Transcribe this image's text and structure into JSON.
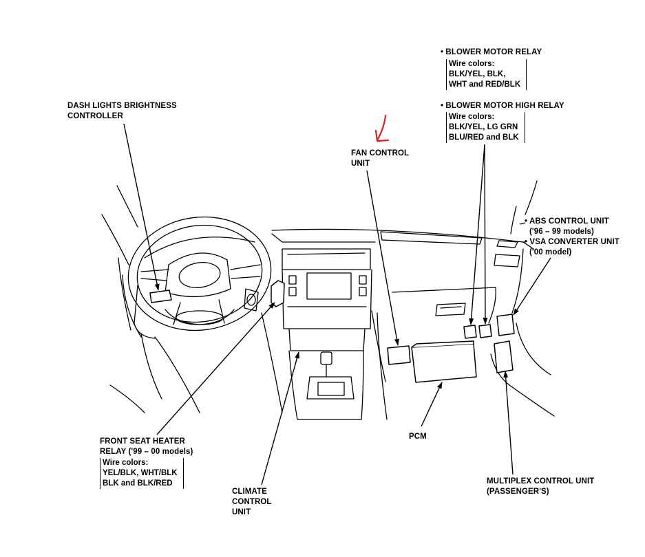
{
  "labels": {
    "dash_lights": [
      "DASH LIGHTS BRIGHTNESS",
      "CONTROLLER"
    ],
    "fan_control": [
      "FAN CONTROL",
      "UNIT"
    ],
    "blower_motor_relay": "• BLOWER MOTOR RELAY",
    "blower_motor_relay_wires": [
      "Wire colors:",
      "BLK/YEL, BLK,",
      "WHT and RED/BLK"
    ],
    "blower_motor_high_relay": "• BLOWER MOTOR HIGH RELAY",
    "blower_motor_high_relay_wires": [
      "Wire colors:",
      "BLK/YEL, LG GRN",
      "BLU/RED and BLK"
    ],
    "abs_control": [
      "• ABS CONTROL UNIT",
      "('96 – 99 models)"
    ],
    "vsa_converter": [
      "• VSA CONVERTER UNIT",
      "('00 model)"
    ],
    "front_seat_heater": [
      "FRONT SEAT HEATER",
      "RELAY ('99 – 00 models)"
    ],
    "front_seat_heater_wires": [
      "Wire colors:",
      "YEL/BLK, WHT/BLK",
      "BLK and BLK/RED"
    ],
    "climate_control": [
      "CLIMATE",
      "CONTROL",
      "UNIT"
    ],
    "pcm": "PCM",
    "multiplex": [
      "MULTIPLEX CONTROL UNIT",
      "(PASSENGER'S)"
    ]
  },
  "colors": {
    "ink": "#000000",
    "annotation": "#e02020"
  }
}
